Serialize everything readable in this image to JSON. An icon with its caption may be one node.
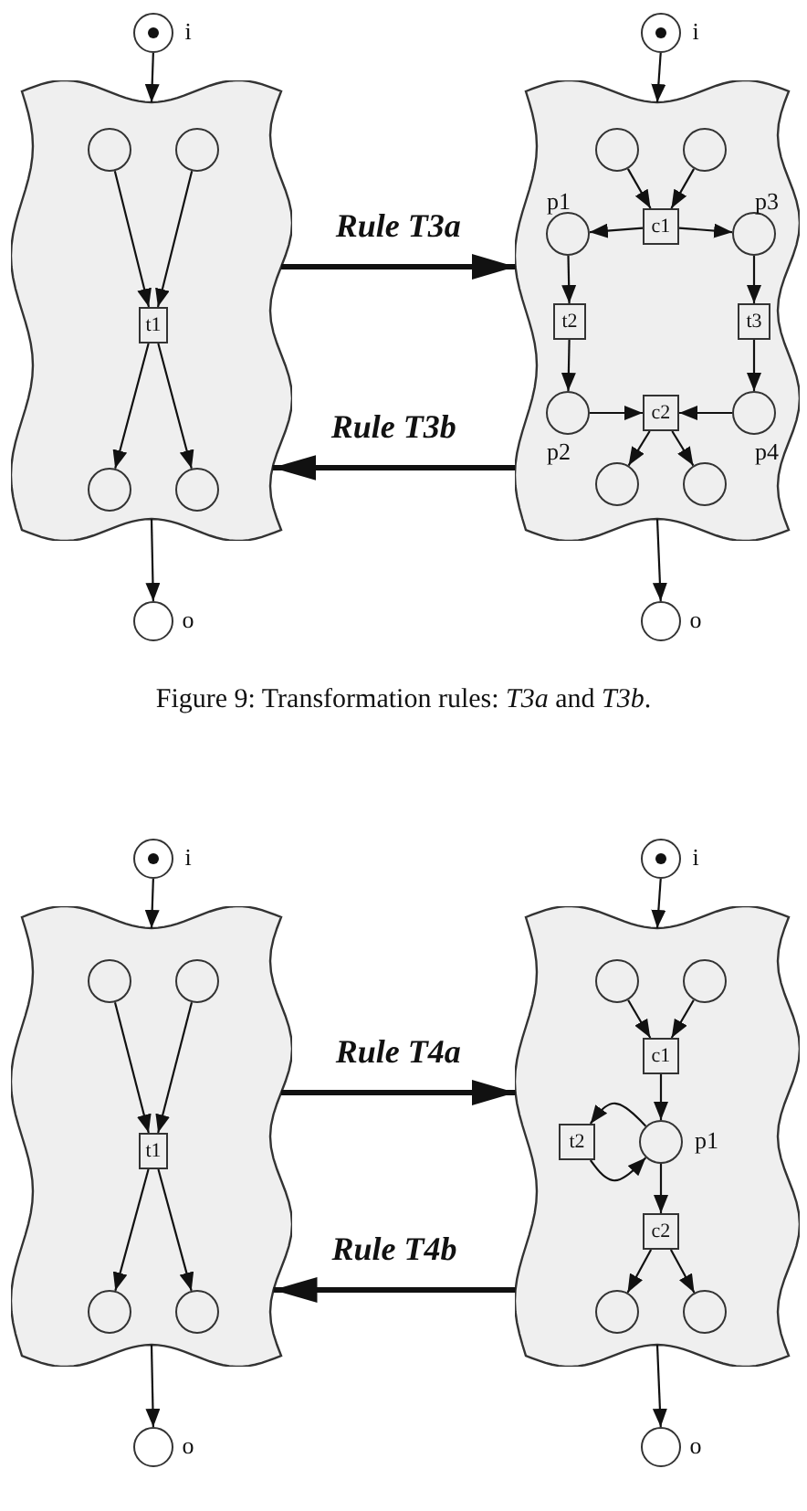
{
  "diagram": {
    "nodes": [
      {
        "text": [],
        "shape": "circle",
        "beside": [
          "i"
        ]
      },
      {
        "text": [],
        "shape": "cloud"
      },
      {
        "text": [],
        "shape": "circle",
        "in": 1
      },
      {
        "text": [],
        "shape": "circle",
        "in": 1
      },
      {
        "text": [
          "t1"
        ],
        "in": 1
      },
      {
        "text": [],
        "shape": "circle",
        "in": 1
      },
      {
        "text": [],
        "shape": "circle",
        "in": 1
      },
      {
        "text": [],
        "shape": "circle",
        "beside": [
          "o"
        ]
      },
      {
        "text": [],
        "shape": "circle",
        "beside": [
          "i"
        ]
      },
      {
        "text": [],
        "shape": "cloud"
      },
      {
        "text": [],
        "shape": "circle",
        "in": 9
      },
      {
        "text": [],
        "shape": "circle",
        "in": 9
      },
      {
        "text": [
          "c1"
        ],
        "in": 9
      },
      {
        "text": [],
        "shape": "circle",
        "in": 9,
        "beside": [
          "p1"
        ]
      },
      {
        "text": [],
        "shape": "circle",
        "in": 9,
        "beside": [
          "p3"
        ]
      },
      {
        "text": [
          "t2"
        ],
        "in": 9
      },
      {
        "text": [
          "t3"
        ],
        "in": 9
      },
      {
        "text": [],
        "shape": "circle",
        "in": 9,
        "beside": [
          "p2"
        ]
      },
      {
        "text": [
          "c2"
        ],
        "in": 9
      },
      {
        "text": [],
        "shape": "circle",
        "in": 9,
        "beside": [
          "p4"
        ]
      },
      {
        "text": [],
        "shape": "circle",
        "in": 9
      },
      {
        "text": [],
        "shape": "circle",
        "in": 9
      },
      {
        "text": [],
        "shape": "circle",
        "beside": [
          "o"
        ]
      },
      {
        "text": [],
        "shape": "circle",
        "beside": [
          "i"
        ]
      },
      {
        "text": [],
        "shape": "cloud"
      },
      {
        "text": [],
        "shape": "circle",
        "in": 24
      },
      {
        "text": [],
        "shape": "circle",
        "in": 24
      },
      {
        "text": [
          "t1"
        ],
        "in": 24
      },
      {
        "text": [],
        "shape": "circle",
        "in": 24
      },
      {
        "text": [],
        "shape": "circle",
        "in": 24
      },
      {
        "text": [],
        "shape": "circle",
        "beside": [
          "o"
        ]
      },
      {
        "text": [],
        "shape": "circle",
        "beside": [
          "i"
        ]
      },
      {
        "text": [],
        "shape": "cloud"
      },
      {
        "text": [],
        "shape": "circle",
        "in": 32
      },
      {
        "text": [],
        "shape": "circle",
        "in": 32
      },
      {
        "text": [
          "c1"
        ],
        "in": 32
      },
      {
        "text": [],
        "shape": "circle",
        "in": 32,
        "beside": [
          "p1"
        ]
      },
      {
        "text": [
          "t2"
        ],
        "in": 32
      },
      {
        "text": [
          "c2"
        ],
        "in": 32
      },
      {
        "text": [],
        "shape": "circle",
        "in": 32
      },
      {
        "text": [],
        "shape": "circle",
        "in": 32
      },
      {
        "text": [],
        "shape": "circle",
        "beside": [
          "o"
        ]
      }
    ],
    "edges": [
      {
        "from": 0,
        "to": 1,
        "arrow": "to"
      },
      {
        "from": 2,
        "to": 4,
        "arrow": "to"
      },
      {
        "from": 3,
        "to": 4,
        "arrow": "to"
      },
      {
        "from": 4,
        "to": 5,
        "arrow": "to"
      },
      {
        "from": 4,
        "to": 6,
        "arrow": "to"
      },
      {
        "from": 1,
        "to": 7,
        "arrow": "to"
      },
      {
        "from": 1,
        "to": 9,
        "arrow": "to",
        "label": "Rule T3a",
        "style": "thick"
      },
      {
        "from": 9,
        "to": 1,
        "arrow": "to",
        "label": "Rule T3b",
        "style": "thick"
      },
      {
        "from": 8,
        "to": 9,
        "arrow": "to"
      },
      {
        "from": 10,
        "to": 12,
        "arrow": "to"
      },
      {
        "from": 11,
        "to": 12,
        "arrow": "to"
      },
      {
        "from": 12,
        "to": 13,
        "arrow": "to"
      },
      {
        "from": 12,
        "to": 14,
        "arrow": "to"
      },
      {
        "from": 13,
        "to": 15,
        "arrow": "to"
      },
      {
        "from": 14,
        "to": 16,
        "arrow": "to"
      },
      {
        "from": 15,
        "to": 17,
        "arrow": "to"
      },
      {
        "from": 16,
        "to": 19,
        "arrow": "to"
      },
      {
        "from": 17,
        "to": 18,
        "arrow": "to"
      },
      {
        "from": 19,
        "to": 18,
        "arrow": "to"
      },
      {
        "from": 18,
        "to": 20,
        "arrow": "to"
      },
      {
        "from": 18,
        "to": 21,
        "arrow": "to"
      },
      {
        "from": 9,
        "to": 22,
        "arrow": "to"
      },
      {
        "from": 23,
        "to": 24,
        "arrow": "to"
      },
      {
        "from": 25,
        "to": 27,
        "arrow": "to"
      },
      {
        "from": 26,
        "to": 27,
        "arrow": "to"
      },
      {
        "from": 27,
        "to": 28,
        "arrow": "to"
      },
      {
        "from": 27,
        "to": 29,
        "arrow": "to"
      },
      {
        "from": 24,
        "to": 30,
        "arrow": "to"
      },
      {
        "from": 24,
        "to": 32,
        "arrow": "to",
        "label": "Rule T4a",
        "style": "thick"
      },
      {
        "from": 32,
        "to": 24,
        "arrow": "to",
        "label": "Rule T4b",
        "style": "thick"
      },
      {
        "from": 31,
        "to": 32,
        "arrow": "to"
      },
      {
        "from": 33,
        "to": 35,
        "arrow": "to"
      },
      {
        "from": 34,
        "to": 35,
        "arrow": "to"
      },
      {
        "from": 35,
        "to": 36,
        "arrow": "to"
      },
      {
        "from": 36,
        "to": 37,
        "arrow": "to"
      },
      {
        "from": 37,
        "to": 36,
        "arrow": "to"
      },
      {
        "from": 36,
        "to": 38,
        "arrow": "to"
      },
      {
        "from": 38,
        "to": 39,
        "arrow": "to"
      },
      {
        "from": 38,
        "to": 40,
        "arrow": "to"
      },
      {
        "from": 32,
        "to": 41,
        "arrow": "to"
      }
    ],
    "labels": [
      "Figure 9: Transformation rules: *T3a* and *T3b*."
    ]
  }
}
